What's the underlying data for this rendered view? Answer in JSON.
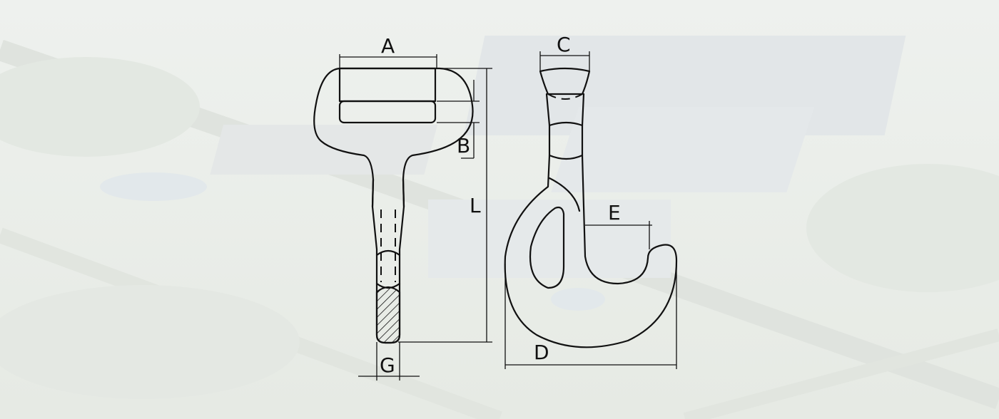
{
  "background": {
    "description_icon": "aerial-factory-photo",
    "tint": "#e9ece8"
  },
  "labels": {
    "a": "A",
    "b": "B",
    "c": "C",
    "d": "D",
    "e": "E",
    "g": "G",
    "l": "L"
  },
  "colors": {
    "line": "#111111"
  }
}
